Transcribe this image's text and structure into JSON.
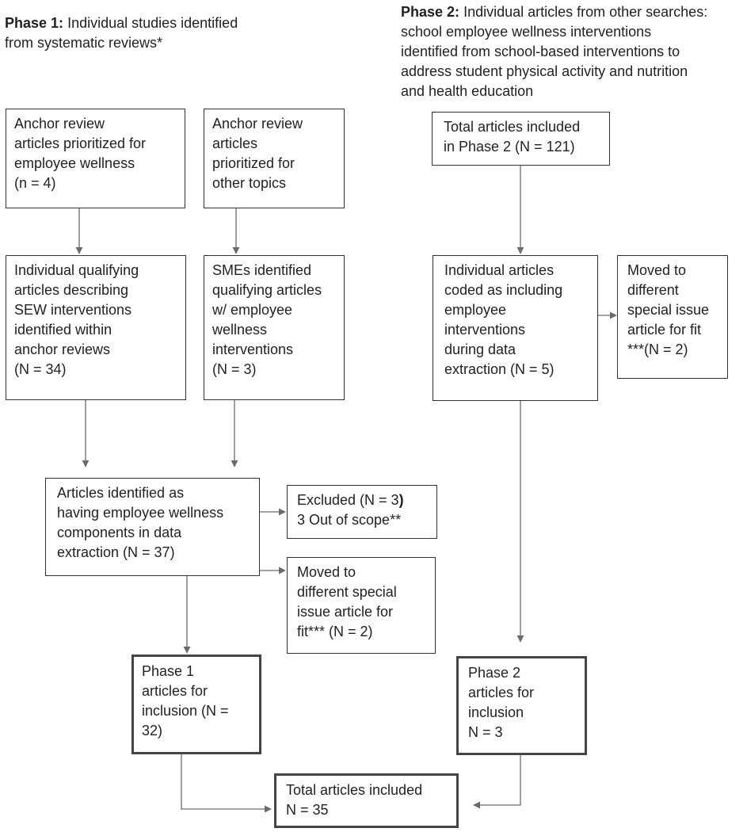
{
  "phase1_heading": {
    "label": "Phase 1:",
    "lines": [
      "Individual studies identified",
      "from systematic reviews*"
    ]
  },
  "phase2_heading": {
    "label": "Phase 2:",
    "lines": [
      "Individual articles from other searches:",
      "school employee wellness interventions",
      "identified from school-based interventions to",
      "address student physical activity and nutrition",
      "and health education"
    ]
  },
  "boxes": {
    "anchor_employee": [
      "Anchor review",
      "articles prioritized for",
      "employee wellness",
      "(n = 4)"
    ],
    "anchor_other": [
      "Anchor review",
      "articles",
      "prioritized for",
      "other topics"
    ],
    "individual_qualifying": [
      "Individual qualifying",
      "articles describing",
      "SEW interventions",
      "identified within",
      "anchor reviews",
      "(N = 34)"
    ],
    "smes": [
      "SMEs identified",
      "qualifying articles",
      "w/ employee",
      "wellness",
      "interventions",
      "(N = 3)"
    ],
    "articles_identified": [
      "Articles identified as",
      "having employee wellness",
      "components in data",
      "extraction (N = 37)"
    ],
    "excluded": [
      "Excluded (N = 3",
      "3 Out of scope**"
    ],
    "excluded_bold_suffix": ")",
    "moved_p1": [
      "Moved to",
      "different special",
      "issue article for",
      "fit*** (N = 2)"
    ],
    "phase1_inclusion": [
      "Phase 1",
      "articles for",
      "inclusion (N =",
      "32)"
    ],
    "total_p2": [
      "Total articles included",
      "in Phase 2 (N = 121)"
    ],
    "individual_coded": [
      "Individual articles",
      "coded as including",
      "employee",
      "interventions",
      "during data",
      "extraction (N = 5)"
    ],
    "moved_p2": [
      "Moved to",
      "different",
      "special issue",
      "article for fit",
      "***(N = 2)"
    ],
    "phase2_inclusion": [
      "Phase 2",
      "articles for",
      "inclusion",
      "N = 3"
    ],
    "total_included": [
      "Total articles included",
      "N = 35"
    ]
  }
}
